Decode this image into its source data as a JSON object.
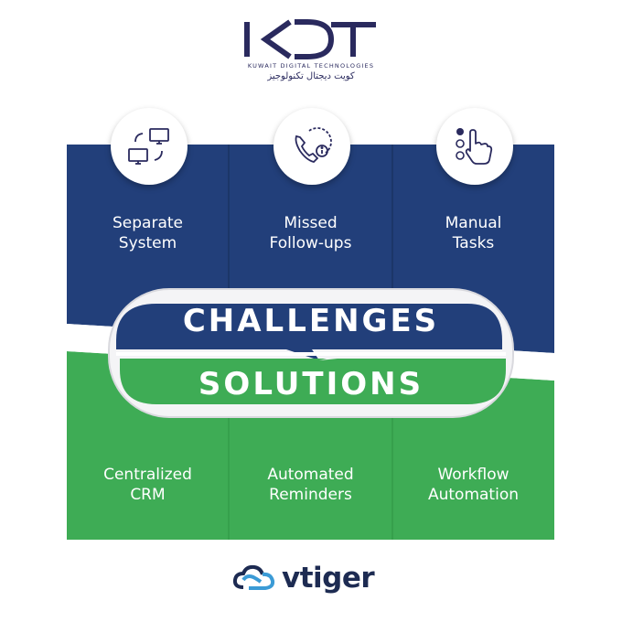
{
  "brand": {
    "name": "KDT",
    "tagline_en": "KUWAIT DIGITAL TECHNOLOGIES",
    "tagline_ar": "كويت ديجتال تكنولوجيز",
    "color": "#2a2a5e"
  },
  "challenges": {
    "heading": "CHALLENGES",
    "color": "#223f7a",
    "items": [
      {
        "icon": "computers-sync-icon",
        "label": "Separate\nSystem"
      },
      {
        "icon": "phone-info-icon",
        "label": "Missed\nFollow-ups"
      },
      {
        "icon": "hand-tap-list-icon",
        "label": "Manual\nTasks"
      }
    ]
  },
  "solutions": {
    "heading": "SOLUTIONS",
    "color": "#3eac55",
    "items": [
      {
        "label": "Centralized\nCRM"
      },
      {
        "label": "Automated\nReminders"
      },
      {
        "label": "Workflow\nAutomation"
      }
    ]
  },
  "footer": {
    "product": "vtiger",
    "logo_icon": "cloud-icon"
  }
}
